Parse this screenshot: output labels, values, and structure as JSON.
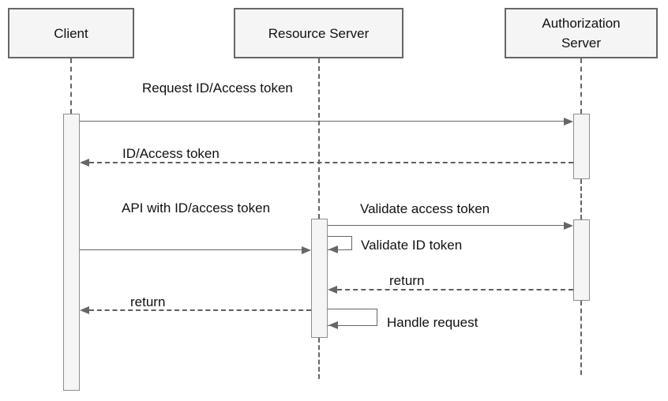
{
  "diagram": {
    "type": "uml-sequence",
    "background": "#ffffff",
    "colors": {
      "shape_fill": "#f5f5f5",
      "shape_border": "#666666",
      "line": "#666666",
      "text": "#111111"
    },
    "actors": [
      {
        "id": "client",
        "label": "Client"
      },
      {
        "id": "resource-server",
        "label": "Resource Server"
      },
      {
        "id": "authorization-server",
        "label": "Authorization Server"
      }
    ],
    "messages": [
      {
        "label": "Request ID/Access token",
        "from": "client",
        "to": "authorization-server",
        "style": "solid"
      },
      {
        "label": "ID/Access token",
        "from": "authorization-server",
        "to": "client",
        "style": "dashed-return"
      },
      {
        "label": "API with ID/access token",
        "from": "client",
        "to": "resource-server",
        "style": "solid"
      },
      {
        "label": "Validate access token",
        "from": "resource-server",
        "to": "authorization-server",
        "style": "solid"
      },
      {
        "label": "Validate ID token",
        "from": "resource-server",
        "to": "resource-server",
        "style": "self"
      },
      {
        "label": "return",
        "from": "authorization-server",
        "to": "resource-server",
        "style": "dashed-return"
      },
      {
        "label": "return",
        "from": "resource-server",
        "to": "client",
        "style": "dashed-return"
      },
      {
        "label": "Handle request",
        "from": "resource-server",
        "to": "resource-server",
        "style": "self"
      }
    ]
  }
}
